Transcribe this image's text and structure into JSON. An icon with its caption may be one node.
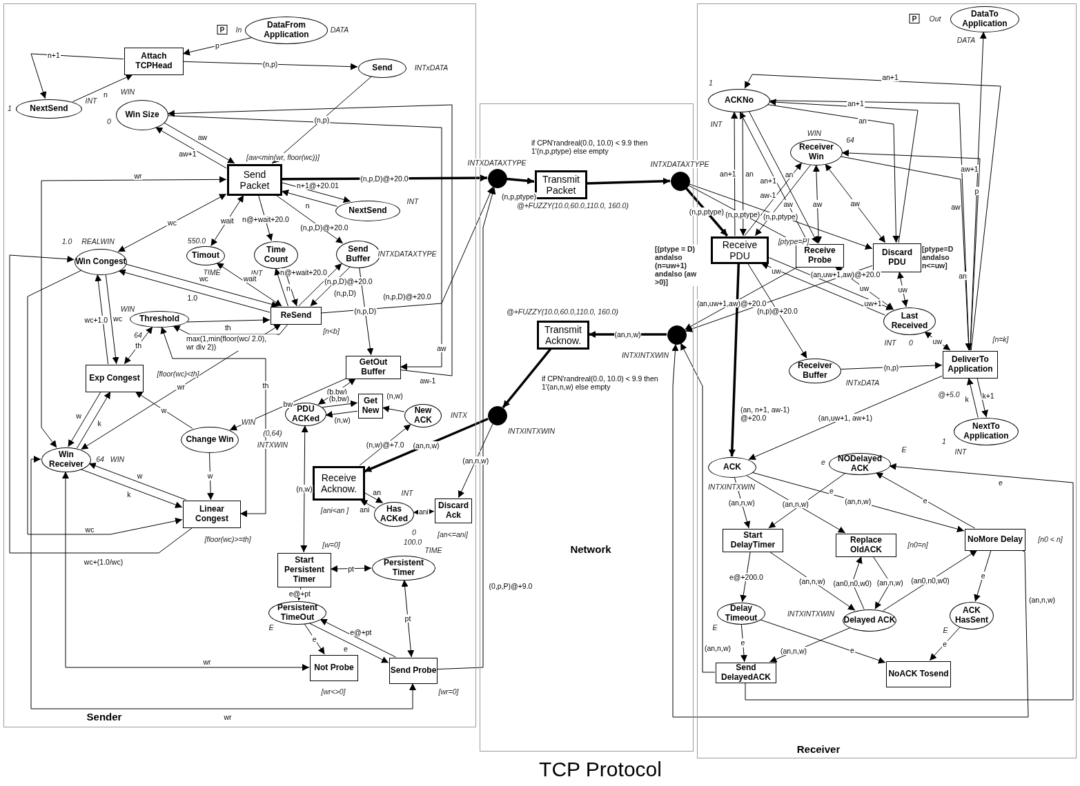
{
  "diagram": {
    "title": "TCP Protocol",
    "nodes": [
      {
        "text": [
          "Sender"
        ]
      },
      {
        "text": [
          "Network"
        ]
      },
      {
        "text": [
          "Receiver"
        ]
      },
      {
        "text": [
          "DataFrom Application"
        ],
        "in": 0,
        "beside": [
          "P",
          "In",
          "DATA"
        ]
      },
      {
        "text": [
          "Attach TCPHead"
        ],
        "in": 0
      },
      {
        "text": [
          "NextSend"
        ],
        "in": 0,
        "beside": [
          "1",
          "INT"
        ]
      },
      {
        "text": [
          "Send"
        ],
        "in": 0,
        "beside": [
          "INTxDATA"
        ]
      },
      {
        "text": [
          "Win Size"
        ],
        "in": 0,
        "beside": [
          "WIN",
          "0"
        ]
      },
      {
        "text": [
          "Send Packet"
        ],
        "in": 0,
        "beside": [
          "[aw<min(wr, floor(wc))]"
        ]
      },
      {
        "text": [
          "NextSend"
        ],
        "in": 0,
        "beside": [
          "INT"
        ]
      },
      {
        "text": [
          "Win Congest"
        ],
        "in": 0,
        "beside": [
          "1.0",
          "REALWIN"
        ]
      },
      {
        "text": [
          "Timout"
        ],
        "in": 0,
        "beside": [
          "550.0",
          "TIME"
        ]
      },
      {
        "text": [
          "Time Count"
        ],
        "in": 0,
        "beside": [
          "INT"
        ]
      },
      {
        "text": [
          "Send Buffer"
        ],
        "in": 0,
        "beside": [
          "INTXDATAXTYPE"
        ]
      },
      {
        "text": [
          "ReSend"
        ],
        "in": 0,
        "beside": [
          "[n<b]"
        ]
      },
      {
        "text": [
          "Threshold"
        ],
        "in": 0,
        "beside": [
          "WIN",
          "64"
        ]
      },
      {
        "text": [
          "Exp Congest"
        ],
        "in": 0,
        "beside": [
          "[floor(wc)<th]"
        ]
      },
      {
        "text": [
          "GetOut Buffer"
        ],
        "in": 0
      },
      {
        "text": [
          "PDU ACKed"
        ],
        "in": 0,
        "beside": [
          "(0,64)",
          "INTXWIN"
        ]
      },
      {
        "text": [
          "Get New"
        ],
        "in": 0
      },
      {
        "text": [
          "New ACK"
        ],
        "in": 0,
        "beside": [
          "INTX"
        ]
      },
      {
        "text": [
          "Change Win"
        ],
        "in": 0,
        "beside": [
          "WIN"
        ]
      },
      {
        "text": [
          "Win Receiver"
        ],
        "in": 0,
        "beside": [
          "64",
          "WIN"
        ]
      },
      {
        "text": [
          "Linear Congest"
        ],
        "in": 0,
        "beside": [
          "[floor(wc)>=th]"
        ]
      },
      {
        "text": [
          "Receive Acknow."
        ],
        "in": 0,
        "beside": [
          "[ani<an ]"
        ]
      },
      {
        "text": [
          "Has ACKed"
        ],
        "in": 0,
        "beside": [
          "INT",
          "0"
        ]
      },
      {
        "text": [
          "Discard Ack"
        ],
        "in": 0,
        "beside": [
          "[an<=ani]"
        ]
      },
      {
        "text": [
          "Start Persistent Timer"
        ],
        "in": 0,
        "beside": [
          "[w=0]"
        ]
      },
      {
        "text": [
          "Persistent Timer"
        ],
        "in": 0,
        "beside": [
          "100.0",
          "TIME"
        ]
      },
      {
        "text": [
          "Persistent TimeOut"
        ],
        "in": 0,
        "beside": [
          "E"
        ]
      },
      {
        "text": [
          "Not Probe"
        ],
        "in": 0,
        "beside": [
          "[wr<>0]"
        ]
      },
      {
        "text": [
          "Send Probe"
        ],
        "in": 0,
        "beside": [
          "[wr=0]"
        ]
      },
      {
        "text": [],
        "shape": "circle",
        "in": 1,
        "beside": [
          "INTXDATAXTYPE"
        ]
      },
      {
        "text": [
          "Transmit Packet"
        ],
        "in": 1,
        "beside": [
          "@+FUZZY(10.0,60.0,110.0, 160.0)"
        ]
      },
      {
        "text": [],
        "shape": "circle",
        "in": 1,
        "beside": [
          "INTXDATAXTYPE"
        ]
      },
      {
        "text": [
          "Transmit Acknow."
        ],
        "in": 1,
        "beside": [
          "@+FUZZY(10.0,60.0,110.0, 160.0)"
        ]
      },
      {
        "text": [],
        "shape": "circle",
        "in": 1,
        "beside": [
          "INTXINTXWIN"
        ]
      },
      {
        "text": [],
        "shape": "circle",
        "in": 1,
        "beside": [
          "INTXINTXWIN"
        ]
      },
      {
        "text": [
          "ACKNo"
        ],
        "in": 2,
        "beside": [
          "1",
          "INT"
        ]
      },
      {
        "text": [
          "Receiver Win"
        ],
        "in": 2,
        "beside": [
          "WIN",
          "64"
        ]
      },
      {
        "text": [
          "Receive PDU"
        ],
        "in": 2,
        "beside": [
          "[(ptype = D) andalso (n=uw+1) andalso (aw >0)]"
        ]
      },
      {
        "text": [
          "Receive Probe"
        ],
        "in": 2,
        "beside": [
          "[ptype=P]"
        ]
      },
      {
        "text": [
          "Discard PDU"
        ],
        "in": 2,
        "beside": [
          "[ptype=D andalso n<=uw]"
        ]
      },
      {
        "text": [
          "Last Received"
        ],
        "in": 2,
        "beside": [
          "INT",
          "0"
        ]
      },
      {
        "text": [
          "Receiver Buffer"
        ],
        "in": 2,
        "beside": [
          "INTxDATA"
        ]
      },
      {
        "text": [
          "DeliverTo Application"
        ],
        "in": 2,
        "beside": [
          "[n=k]",
          "@+5.0"
        ]
      },
      {
        "text": [
          "DataTo Application"
        ],
        "in": 2,
        "beside": [
          "P",
          "Out",
          "DATA"
        ]
      },
      {
        "text": [
          "NextTo Application"
        ],
        "in": 2,
        "beside": [
          "1",
          "INT"
        ]
      },
      {
        "text": [
          "ACK"
        ],
        "in": 2,
        "beside": [
          "INTXINTXWIN"
        ]
      },
      {
        "text": [
          "NODelayed ACK"
        ],
        "in": 2,
        "beside": [
          "e",
          "E"
        ]
      },
      {
        "text": [
          "Start DelayTimer"
        ],
        "in": 2
      },
      {
        "text": [
          "Replace OldACK"
        ],
        "in": 2,
        "beside": [
          "[n0=n]"
        ]
      },
      {
        "text": [
          "NoMore Delay"
        ],
        "in": 2,
        "beside": [
          "[n0 < n]"
        ]
      },
      {
        "text": [
          "Delay Timeout"
        ],
        "in": 2,
        "beside": [
          "E"
        ]
      },
      {
        "text": [
          "Delayed ACK"
        ],
        "in": 2,
        "beside": [
          "INTXINTXWIN"
        ]
      },
      {
        "text": [
          "ACK HasSent"
        ],
        "in": 2,
        "beside": [
          "E"
        ]
      },
      {
        "text": [
          "Send DelayedACK"
        ],
        "in": 2
      },
      {
        "text": [
          "NoACK Tosend"
        ],
        "in": 2
      }
    ],
    "edges": [
      {
        "from": 3,
        "to": 4,
        "arrow": "to",
        "label": "p"
      },
      {
        "from": 4,
        "to": 6,
        "arrow": "to",
        "label": "(n,p)"
      },
      {
        "from": 5,
        "to": 4,
        "arrow": "to",
        "label": "n"
      },
      {
        "from": 4,
        "to": 5,
        "arrow": "to",
        "label": "n+1"
      },
      {
        "from": 6,
        "to": 8,
        "arrow": "to",
        "label": "(n,p)"
      },
      {
        "from": 7,
        "to": 8,
        "arrow": "to",
        "label": "aw"
      },
      {
        "from": 8,
        "to": 7,
        "arrow": "to",
        "label": "aw+1"
      },
      {
        "from": 22,
        "to": 8,
        "arrow": "both",
        "label": "wr"
      },
      {
        "from": 8,
        "to": 10,
        "arrow": "both",
        "label": "wc"
      },
      {
        "from": 8,
        "to": 11,
        "arrow": "both",
        "label": "wait"
      },
      {
        "from": 8,
        "to": 12,
        "arrow": "to",
        "label": "n@+wait+20.0"
      },
      {
        "from": 8,
        "to": 13,
        "arrow": "to",
        "label": "(n,p,D)@+20.0"
      },
      {
        "from": 8,
        "to": 9,
        "arrow": "to",
        "label": "n+1@+20.01"
      },
      {
        "from": 9,
        "to": 8,
        "arrow": "to",
        "label": "n"
      },
      {
        "from": 8,
        "to": 32,
        "arrow": "to",
        "label": "(n,p,D)@+20.0",
        "style": "thick"
      },
      {
        "from": 32,
        "to": 33,
        "arrow": "to",
        "label": "(n,p,ptype)",
        "style": "thick"
      },
      {
        "from": 33,
        "to": 34,
        "arrow": "to",
        "label": "if CPN'randreal(0.0, 10.0) < 9.9 then 1'(n,p,ptype) else empty",
        "style": "thick"
      },
      {
        "from": 11,
        "to": 14,
        "arrow": "both",
        "label": "wait"
      },
      {
        "from": 12,
        "to": 14,
        "arrow": "to",
        "label": "n"
      },
      {
        "from": 14,
        "to": 12,
        "arrow": "to",
        "label": "n@+wait+20.0"
      },
      {
        "from": 13,
        "to": 14,
        "arrow": "to",
        "label": "(n,p,D)"
      },
      {
        "from": 14,
        "to": 13,
        "arrow": "to",
        "label": "(n,p,D)@+20.0"
      },
      {
        "from": 14,
        "to": 32,
        "arrow": "to",
        "label": "(n,p,D)@+20.0"
      },
      {
        "from": 13,
        "to": 17,
        "arrow": "to",
        "label": "(n,p,D)"
      },
      {
        "from": 10,
        "to": 14,
        "arrow": "to",
        "label": "wc"
      },
      {
        "from": 14,
        "to": 10,
        "arrow": "to",
        "label": "1.0"
      },
      {
        "from": 15,
        "to": 14,
        "arrow": "to",
        "label": "th"
      },
      {
        "from": 14,
        "to": 15,
        "arrow": "to",
        "label": "max(1,min(floor(wc/ 2.0), wr div 2))"
      },
      {
        "from": 22,
        "to": 14,
        "arrow": "both",
        "label": "wr"
      },
      {
        "from": 10,
        "to": 16,
        "arrow": "to",
        "label": "wc"
      },
      {
        "from": 16,
        "to": 10,
        "arrow": "to",
        "label": "wc+1.0"
      },
      {
        "from": 15,
        "to": 16,
        "arrow": "both",
        "label": "th"
      },
      {
        "from": 22,
        "to": 16,
        "arrow": "to",
        "label": "k"
      },
      {
        "from": 16,
        "to": 22,
        "arrow": "to",
        "label": "w"
      },
      {
        "from": 21,
        "to": 16,
        "arrow": "to",
        "label": "w"
      },
      {
        "from": 21,
        "to": 23,
        "arrow": "to",
        "label": "w"
      },
      {
        "from": 17,
        "to": 21,
        "arrow": "to",
        "label": "bw"
      },
      {
        "from": 15,
        "to": 23,
        "arrow": "both",
        "label": "th"
      },
      {
        "from": 23,
        "to": 22,
        "arrow": "to",
        "label": "w"
      },
      {
        "from": 22,
        "to": 23,
        "arrow": "to",
        "label": "k"
      },
      {
        "from": 10,
        "to": 23,
        "arrow": "to",
        "label": "wc"
      },
      {
        "from": 23,
        "to": 10,
        "arrow": "to",
        "label": "wc+(1.0/wc)"
      },
      {
        "from": 7,
        "to": 17,
        "arrow": "to",
        "label": "aw"
      },
      {
        "from": 17,
        "to": 7,
        "arrow": "to",
        "label": "aw-1"
      },
      {
        "from": 17,
        "to": 18,
        "arrow": "both",
        "label": "(b,bw)"
      },
      {
        "from": 18,
        "to": 19,
        "arrow": "to",
        "label": "(b,bw)"
      },
      {
        "from": 19,
        "to": 18,
        "arrow": "to",
        "label": "(n,w)"
      },
      {
        "from": 20,
        "to": 19,
        "arrow": "to",
        "label": "(n,w)"
      },
      {
        "from": 24,
        "to": 20,
        "arrow": "to",
        "label": "(n,w)@+7.0"
      },
      {
        "from": 37,
        "to": 24,
        "arrow": "to",
        "label": "(an,n,w)",
        "style": "thick"
      },
      {
        "from": 35,
        "to": 37,
        "arrow": "to",
        "label": "if CPN'randreal(0.0, 10.0) < 9.9 then 1'(an,n,w) else empty",
        "style": "thick"
      },
      {
        "from": 24,
        "to": 25,
        "arrow": "to",
        "label": "an"
      },
      {
        "from": 25,
        "to": 24,
        "arrow": "to",
        "label": "ani"
      },
      {
        "from": 37,
        "to": 26,
        "arrow": "to",
        "label": "(an,n,w)"
      },
      {
        "from": 25,
        "to": 26,
        "arrow": "both",
        "label": "ani"
      },
      {
        "from": 18,
        "to": 27,
        "arrow": "both",
        "label": "(n,w)"
      },
      {
        "from": 27,
        "to": 28,
        "arrow": "both",
        "label": "pt"
      },
      {
        "from": 27,
        "to": 29,
        "arrow": "to",
        "label": "e@+pt"
      },
      {
        "from": 31,
        "to": 29,
        "arrow": "to",
        "label": "e@+pt"
      },
      {
        "from": 29,
        "to": 31,
        "arrow": "to",
        "label": "e"
      },
      {
        "from": 29,
        "to": 30,
        "arrow": "to",
        "label": "e"
      },
      {
        "from": 22,
        "to": 30,
        "arrow": "both",
        "label": "wr"
      },
      {
        "from": 22,
        "to": 31,
        "arrow": "both",
        "label": "wr"
      },
      {
        "from": 28,
        "to": 31,
        "arrow": "both",
        "label": "pt"
      },
      {
        "from": 31,
        "to": 32,
        "arrow": "to",
        "label": "(0,p,P)@+9.0"
      },
      {
        "from": 34,
        "to": 40,
        "arrow": "to",
        "label": "(n,p,ptype)",
        "style": "thick"
      },
      {
        "from": 34,
        "to": 41,
        "arrow": "to",
        "label": "(n,p,ptype)"
      },
      {
        "from": 34,
        "to": 42,
        "arrow": "to",
        "label": "(n,p,ptype)"
      },
      {
        "from": 41,
        "to": 36,
        "arrow": "to",
        "label": "(an,uw+1,aw)@+20.0"
      },
      {
        "from": 42,
        "to": 36,
        "arrow": "to",
        "label": "(an,uw+1,aw)@+20.0"
      },
      {
        "from": 36,
        "to": 35,
        "arrow": "to",
        "label": "(an,n,w)",
        "style": "thick"
      },
      {
        "from": 40,
        "to": 48,
        "arrow": "to",
        "label": "(an, n+1, aw-1) @+20.0",
        "style": "thick"
      },
      {
        "from": 40,
        "to": 44,
        "arrow": "to",
        "label": "(n,p)@+20.0"
      },
      {
        "from": 40,
        "to": 43,
        "arrow": "to",
        "label": "uw+1"
      },
      {
        "from": 43,
        "to": 40,
        "arrow": "to",
        "label": "uw"
      },
      {
        "from": 41,
        "to": 43,
        "arrow": "both",
        "label": "uw"
      },
      {
        "from": 42,
        "to": 43,
        "arrow": "both",
        "label": "uw"
      },
      {
        "from": 43,
        "to": 45,
        "arrow": "both",
        "label": "uw"
      },
      {
        "from": 44,
        "to": 45,
        "arrow": "to",
        "label": "(n,p)"
      },
      {
        "from": 45,
        "to": 46,
        "arrow": "to",
        "label": "p"
      },
      {
        "from": 45,
        "to": 47,
        "arrow": "to",
        "label": "k+1"
      },
      {
        "from": 47,
        "to": 45,
        "arrow": "to",
        "label": "k"
      },
      {
        "from": 45,
        "to": 48,
        "arrow": "to",
        "label": "(an,uw+1, aw+1)"
      },
      {
        "from": 38,
        "to": 40,
        "arrow": "to",
        "label": "an"
      },
      {
        "from": 40,
        "to": 38,
        "arrow": "to",
        "label": "an+1"
      },
      {
        "from": 38,
        "to": 41,
        "arrow": "to",
        "label": "an"
      },
      {
        "from": 41,
        "to": 38,
        "arrow": "to",
        "label": "an+1"
      },
      {
        "from": 38,
        "to": 42,
        "arrow": "to",
        "label": "an"
      },
      {
        "from": 42,
        "to": 38,
        "arrow": "to",
        "label": "an+1"
      },
      {
        "from": 38,
        "to": 45,
        "arrow": "to",
        "label": "an"
      },
      {
        "from": 45,
        "to": 38,
        "arrow": "to",
        "label": "an+1"
      },
      {
        "from": 39,
        "to": 40,
        "arrow": "to",
        "label": "aw"
      },
      {
        "from": 40,
        "to": 39,
        "arrow": "to",
        "label": "aw-1"
      },
      {
        "from": 39,
        "to": 41,
        "arrow": "both",
        "label": "aw"
      },
      {
        "from": 39,
        "to": 42,
        "arrow": "both",
        "label": "aw"
      },
      {
        "from": 39,
        "to": 45,
        "arrow": "to",
        "label": "aw"
      },
      {
        "from": 45,
        "to": 39,
        "arrow": "to",
        "label": "aw+1"
      },
      {
        "from": 48,
        "to": 50,
        "arrow": "to",
        "label": "(an,n,w)"
      },
      {
        "from": 48,
        "to": 51,
        "arrow": "to",
        "label": "(an,n,w)"
      },
      {
        "from": 48,
        "to": 52,
        "arrow": "to",
        "label": "(an,n,w)"
      },
      {
        "from": 49,
        "to": 50,
        "arrow": "to",
        "label": "e"
      },
      {
        "from": 52,
        "to": 49,
        "arrow": "to",
        "label": "e"
      },
      {
        "from": 50,
        "to": 53,
        "arrow": "to",
        "label": "e@+200.0"
      },
      {
        "from": 50,
        "to": 54,
        "arrow": "to",
        "label": "(an,n,w)"
      },
      {
        "from": 54,
        "to": 51,
        "arrow": "to",
        "label": "(an0,n0,w0)"
      },
      {
        "from": 51,
        "to": 54,
        "arrow": "to",
        "label": "(an,n,w)"
      },
      {
        "from": 54,
        "to": 52,
        "arrow": "to",
        "label": "(an0,n0,w0)"
      },
      {
        "from": 52,
        "to": 55,
        "arrow": "to",
        "label": "e"
      },
      {
        "from": 53,
        "to": 56,
        "arrow": "to",
        "label": "e"
      },
      {
        "from": 53,
        "to": 57,
        "arrow": "to",
        "label": "e"
      },
      {
        "from": 54,
        "to": 56,
        "arrow": "to",
        "label": "(an,n,w)"
      },
      {
        "from": 55,
        "to": 57,
        "arrow": "to",
        "label": "e"
      },
      {
        "from": 56,
        "to": 49,
        "arrow": "to",
        "label": "e"
      },
      {
        "from": 56,
        "to": 36,
        "arrow": "to",
        "label": "(an,n,w)"
      },
      {
        "from": 52,
        "to": 36,
        "arrow": "to",
        "label": "(an,n,w)"
      }
    ]
  }
}
